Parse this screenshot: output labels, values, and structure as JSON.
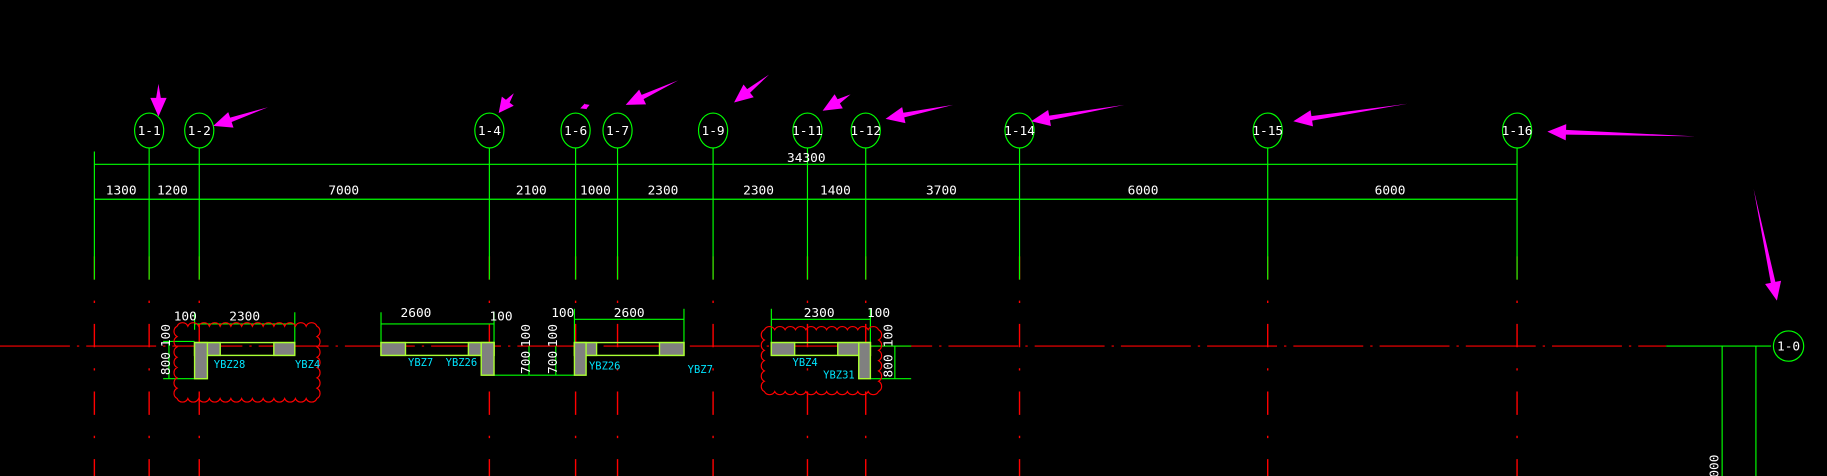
{
  "axes": [
    "1-1",
    "1-2",
    "1-4",
    "1-6",
    "1-7",
    "1-9",
    "1-11",
    "1-12",
    "1-14",
    "1-15",
    "1-16"
  ],
  "axis_side": "1-0",
  "overall_dim": "34300",
  "segment_dims": [
    "1300",
    "1200",
    "7000",
    "2100",
    "1000",
    "2300",
    "2300",
    "1400",
    "3700",
    "6000",
    "6000"
  ],
  "wall_dims": {
    "w1": [
      "100",
      "2300",
      "100",
      "800"
    ],
    "w2": [
      "2600",
      "100",
      "100",
      "700",
      "100",
      "700"
    ],
    "w3": [
      "100",
      "2600"
    ],
    "w4": [
      "2300",
      "100",
      "100",
      "800"
    ],
    "side": "000"
  },
  "wall_tags": [
    "YBZ28",
    "YBZ4",
    "YBZ7",
    "YBZ26",
    "YBZ26",
    "YBZ7",
    "YBZ4",
    "YBZ31"
  ],
  "colors": {
    "grid": "#00ff00",
    "axis": "#ff0000",
    "arrow": "#ff00ff",
    "tag": "#00e5ff",
    "wall": "#808080",
    "outline": "#aaff33"
  }
}
